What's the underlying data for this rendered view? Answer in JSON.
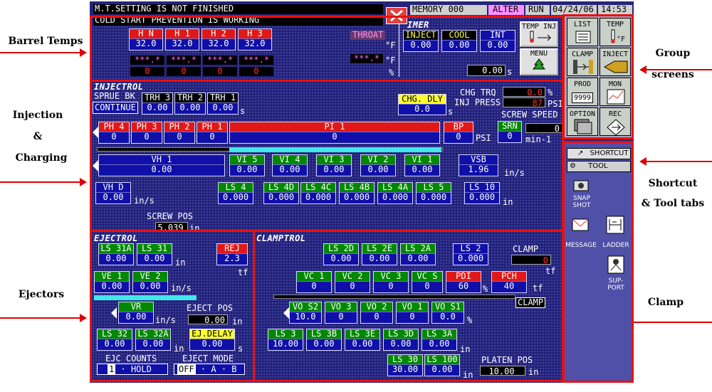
{
  "annotations": {
    "barrel": "Barrel Temps",
    "injection": "Injection",
    "amp": "&",
    "charging": "Charging",
    "ejectors": "Ejectors",
    "group": "Group screens",
    "shortcut": "Shortcut",
    "tooltabs": "& Tool tabs",
    "clamp": "Clamp"
  },
  "header": {
    "msg1": "M.T.SETTING IS NOT FINISHED",
    "msg2": "COLD START PREVENTION IS WORKING",
    "memory": "MEMORY 000",
    "alter": "ALTER",
    "run": "RUN",
    "date": "04/24/06",
    "time": "14:53"
  },
  "barrel": {
    "zones": [
      {
        "label": "H N",
        "value": "32.0"
      },
      {
        "label": "H 1",
        "value": "32.0"
      },
      {
        "label": "H 2",
        "value": "32.0"
      },
      {
        "label": "H 3",
        "value": "32.0"
      }
    ],
    "stars": [
      "***.*",
      "***.*",
      "***.*",
      "***.*"
    ],
    "zeros": [
      "0",
      "0",
      "0",
      "0"
    ],
    "throat": "THROAT",
    "throat_val": "***.*",
    "f1": "°F",
    "f2": "°F",
    "pct": "%"
  },
  "timer": {
    "title": "IMER",
    "inject_l": "INJECT",
    "inject_v": "0.00",
    "cool_l": "COOL",
    "cool_v": "0.00",
    "int_l": "INT",
    "int_v": "0.00",
    "cycle": "0.00",
    "s": "s"
  },
  "buttons": {
    "tempinj": "TEMP INJ",
    "menu": "MENU"
  },
  "injectrol": {
    "title": "INJECTROL",
    "sprue": "SPRUE BK",
    "continue": "CONTINUE",
    "trh": [
      {
        "label": "TRH 3",
        "value": "0.00"
      },
      {
        "label": "TRH 2",
        "value": "0.00"
      },
      {
        "label": "TRH 1",
        "value": "0.00"
      }
    ],
    "s": "s",
    "chg_dly_l": "CHG. DLY",
    "chg_dly_v": "0.0",
    "chg_trq": "CHG TRQ",
    "chg_trq_v": "0.0",
    "inj_press": "INJ PRESS",
    "inj_press_v": "87",
    "psi": "PSI",
    "pct": "%",
    "screw_speed": "SCREW SPEED",
    "srn_l": "SRN",
    "srn_v": "0",
    "srn_big": "0",
    "min": "min-1",
    "ph": [
      {
        "label": "PH 4",
        "value": "0"
      },
      {
        "label": "PH 3",
        "value": "0"
      },
      {
        "label": "PH 2",
        "value": "0"
      },
      {
        "label": "PH 1",
        "value": "0"
      }
    ],
    "pi1_l": "PI 1",
    "pi1_v": "0",
    "bp_l": "BP",
    "bp_v": "0",
    "vh1_l": "VH 1",
    "vh1_v": "0.00",
    "vi": [
      {
        "label": "VI 5",
        "value": "0.00"
      },
      {
        "label": "VI 4",
        "value": "0.00"
      },
      {
        "label": "VI 3",
        "value": "0.00"
      },
      {
        "label": "VI 2",
        "value": "0.00"
      },
      {
        "label": "VI 1",
        "value": "0.00"
      }
    ],
    "vsb_l": "VSB",
    "vsb_v": "1.96",
    "ins": "in/s",
    "vhd_l": "VH D",
    "vhd_v": "0.00",
    "ls": [
      {
        "label": "LS 4",
        "value": "0.000"
      },
      {
        "label": "LS 4D",
        "value": "0.000"
      },
      {
        "label": "LS 4C",
        "value": "0.000"
      },
      {
        "label": "LS 4B",
        "value": "0.000"
      },
      {
        "label": "LS 4A",
        "value": "0.000"
      },
      {
        "label": "LS 5",
        "value": "0.000"
      }
    ],
    "ls10_l": "LS 10",
    "ls10_v": "0.000",
    "in": "in",
    "screw_pos": "SCREW POS",
    "screw_pos_v": "5.039"
  },
  "ejectrol": {
    "title": "EJECTROL",
    "ls31a_l": "LS 31A",
    "ls31a_v": "0.00",
    "ls31_l": "LS 31",
    "ls31_v": "0.00",
    "rej_l": "REJ",
    "rej_v": "2.3",
    "tf": "tf",
    "ve1_l": "VE 1",
    "ve1_v": "0.00",
    "ve2_l": "VE 2",
    "ve2_v": "0.00",
    "vr_l": "VR",
    "vr_v": "0.00",
    "eject_pos": "EJECT POS",
    "eject_pos_v": "0.00",
    "ls32_l": "LS 32",
    "ls32_v": "0.00",
    "ls32a_l": "LS 32A",
    "ls32a_v": "0.00",
    "ejdelay_l": "EJ.DELAY",
    "ejdelay_v": "0.00",
    "counts": "EJC COUNTS",
    "counts_n": "1",
    "counts_sep": "·",
    "counts_mode": "HOLD",
    "mode": "EJECT MODE",
    "mode_off": "OFF",
    "mode_a": "· A ·",
    "mode_b": "B",
    "ins": "in/s",
    "in": "in",
    "s": "s"
  },
  "clamptrol": {
    "title": "CLAMPTROL",
    "ls2d_l": "LS 2D",
    "ls2d_v": "0.00",
    "ls2e_l": "LS 2E",
    "ls2e_v": "0.00",
    "ls2a_l": "LS 2A",
    "ls2a_v": "0.00",
    "ls2_l": "LS 2",
    "ls2_v": "0.000",
    "clamp": "CLAMP",
    "clamp_v": "0",
    "tf": "tf",
    "vc": [
      {
        "label": "VC 1",
        "value": "0"
      },
      {
        "label": "VC 2",
        "value": "0"
      },
      {
        "label": "VC 3",
        "value": "0"
      },
      {
        "label": "VC S",
        "value": "0"
      }
    ],
    "pdi_l": "PDI",
    "pdi_v": "60",
    "pch_l": "PCH",
    "pch_v": "40",
    "pct": "%",
    "clamp_lbl": "CLAMP",
    "vo": [
      {
        "label": "VO S2",
        "value": "10.0"
      },
      {
        "label": "VO 3",
        "value": "0"
      },
      {
        "label": "VO 2",
        "value": "0"
      },
      {
        "label": "VO 1",
        "value": "0"
      },
      {
        "label": "VO S1",
        "value": "0.0"
      }
    ],
    "ls3": [
      {
        "label": "LS 3",
        "value": "10.00"
      },
      {
        "label": "LS 3B",
        "value": "0.00"
      },
      {
        "label": "LS 3E",
        "value": "0.00"
      },
      {
        "label": "LS 3D",
        "value": "0.00"
      },
      {
        "label": "LS 3A",
        "value": "0.00"
      }
    ],
    "ls30_l": "LS 30",
    "ls30_v": "30.00",
    "ls100_l": "LS 100",
    "ls100_v": "0.00",
    "platen": "PLATEN POS",
    "platen_v": "10.00",
    "in": "in"
  },
  "menu": [
    {
      "label": "LIST",
      "icon": "list-icon"
    },
    {
      "label": "TEMP",
      "icon": "thermometer-icon"
    },
    {
      "label": "CLAMP",
      "icon": "clamp-icon"
    },
    {
      "label": "INJECT",
      "icon": "inject-icon"
    },
    {
      "label": "PROD",
      "icon": "counter-icon"
    },
    {
      "label": "MON",
      "icon": "monitor-chart-icon"
    },
    {
      "label": "OPTION",
      "icon": "option-icon"
    },
    {
      "label": "REC",
      "icon": "record-icon"
    }
  ],
  "prod_count": "9999",
  "tabs": {
    "shortcut": "SHORTCUT",
    "tool": "TOOL"
  },
  "tools": [
    {
      "label": "SNAP SHOT",
      "icon": "camera-icon"
    },
    {
      "label": "MESSAGE",
      "icon": "envelope-icon"
    },
    {
      "label": "LADDER",
      "icon": "ladder-icon"
    },
    {
      "label": "SUP- PORT",
      "icon": "support-icon"
    }
  ]
}
